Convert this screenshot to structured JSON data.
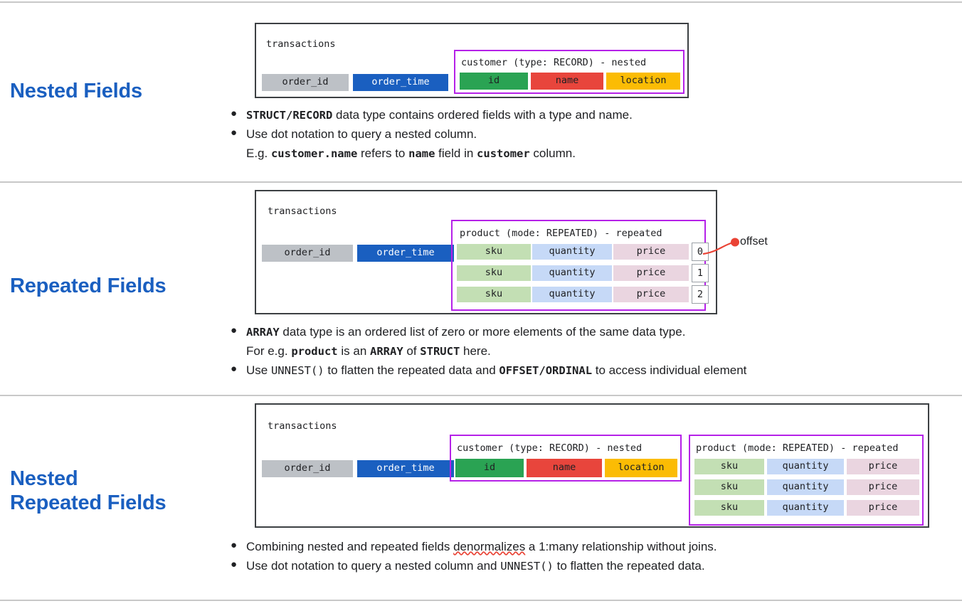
{
  "page": {
    "title": "BigQuery Nested and Repeated Fields",
    "accent_color": "#1a5fc0",
    "group_border_color": "#b521e8",
    "callout_color": "#ea4335"
  },
  "sections": [
    {
      "title": "Nested Fields",
      "diagram": {
        "table_name": "transactions",
        "plain_columns": [
          {
            "label": "order_id",
            "color": "#bdc1c6"
          },
          {
            "label": "order_time",
            "color": "#1a5fc0"
          }
        ],
        "groups": [
          {
            "label": "customer (type: RECORD) - nested",
            "rows": [
              [
                {
                  "label": "id",
                  "color": "#2aa353"
                },
                {
                  "label": "name",
                  "color": "#e8453c"
                },
                {
                  "label": "location",
                  "color": "#fbbc04"
                }
              ]
            ]
          }
        ]
      },
      "bullets": [
        {
          "dot": "●",
          "parts": [
            {
              "t": "STRUCT/RECORD",
              "mono": true
            },
            {
              "t": " data type contains ordered fields with a type and name."
            }
          ]
        },
        {
          "dot": "●",
          "parts": [
            {
              "t": "Use dot notation to query a nested column."
            }
          ]
        },
        {
          "dot": "",
          "sub": true,
          "parts": [
            {
              "t": "E.g. "
            },
            {
              "t": "customer.name",
              "mono": true
            },
            {
              "t": " refers to "
            },
            {
              "t": "name",
              "mono": true
            },
            {
              "t": " field in "
            },
            {
              "t": "customer",
              "mono": true
            },
            {
              "t": " column."
            }
          ]
        }
      ]
    },
    {
      "title": "Repeated Fields",
      "diagram": {
        "table_name": "transactions",
        "plain_columns": [
          {
            "label": "order_id",
            "color": "#bdc1c6"
          },
          {
            "label": "order_time",
            "color": "#1a5fc0"
          }
        ],
        "groups": [
          {
            "label": "product (mode: REPEATED) - repeated",
            "rows": [
              [
                {
                  "label": "sku",
                  "color": "#c3dfb4"
                },
                {
                  "label": "quantity",
                  "color": "#c6d9f7"
                },
                {
                  "label": "price",
                  "color": "#ead5e0"
                }
              ],
              [
                {
                  "label": "sku",
                  "color": "#c3dfb4"
                },
                {
                  "label": "quantity",
                  "color": "#c6d9f7"
                },
                {
                  "label": "price",
                  "color": "#ead5e0"
                }
              ],
              [
                {
                  "label": "sku",
                  "color": "#c3dfb4"
                },
                {
                  "label": "quantity",
                  "color": "#c6d9f7"
                },
                {
                  "label": "price",
                  "color": "#ead5e0"
                }
              ]
            ],
            "offsets": [
              "0",
              "1",
              "2"
            ]
          }
        ],
        "callout": {
          "label": "offset",
          "target_offset": "0"
        }
      },
      "bullets": [
        {
          "dot": "●",
          "parts": [
            {
              "t": "ARRAY",
              "mono": true
            },
            {
              "t": " data type is an ordered list of zero or more elements of the same data type."
            }
          ]
        },
        {
          "dot": "",
          "sub": true,
          "parts": [
            {
              "t": "For e.g. "
            },
            {
              "t": "product",
              "mono": true
            },
            {
              "t": " is an "
            },
            {
              "t": "ARRAY",
              "mono": true
            },
            {
              "t": " of "
            },
            {
              "t": "STRUCT",
              "mono": true
            },
            {
              "t": " here."
            }
          ]
        },
        {
          "dot": "●",
          "parts": [
            {
              "t": "Use "
            },
            {
              "t": "UNNEST()",
              "mono": true,
              "normal_weight": true
            },
            {
              "t": " to flatten the repeated data and "
            },
            {
              "t": "OFFSET/ORDINAL",
              "mono": true
            },
            {
              "t": " to access individual element"
            }
          ]
        }
      ]
    },
    {
      "title": "Nested\nRepeated Fields",
      "title_lines": [
        "Nested",
        "Repeated Fields"
      ],
      "diagram": {
        "table_name": "transactions",
        "plain_columns": [
          {
            "label": "order_id",
            "color": "#bdc1c6"
          },
          {
            "label": "order_time",
            "color": "#1a5fc0"
          }
        ],
        "groups": [
          {
            "label": "customer (type: RECORD) - nested",
            "rows": [
              [
                {
                  "label": "id",
                  "color": "#2aa353"
                },
                {
                  "label": "name",
                  "color": "#e8453c"
                },
                {
                  "label": "location",
                  "color": "#fbbc04"
                }
              ]
            ]
          },
          {
            "label": "product (mode: REPEATED) - repeated",
            "rows": [
              [
                {
                  "label": "sku",
                  "color": "#c3dfb4"
                },
                {
                  "label": "quantity",
                  "color": "#c6d9f7"
                },
                {
                  "label": "price",
                  "color": "#ead5e0"
                }
              ],
              [
                {
                  "label": "sku",
                  "color": "#c3dfb4"
                },
                {
                  "label": "quantity",
                  "color": "#c6d9f7"
                },
                {
                  "label": "price",
                  "color": "#ead5e0"
                }
              ],
              [
                {
                  "label": "sku",
                  "color": "#c3dfb4"
                },
                {
                  "label": "quantity",
                  "color": "#c6d9f7"
                },
                {
                  "label": "price",
                  "color": "#ead5e0"
                }
              ]
            ]
          }
        ]
      },
      "bullets": [
        {
          "dot": "●",
          "parts": [
            {
              "t": "Combining nested and repeated fields "
            },
            {
              "t": "denormalizes",
              "spell": true
            },
            {
              "t": " a 1:many relationship without joins."
            }
          ]
        },
        {
          "dot": "●",
          "parts": [
            {
              "t": "Use dot notation to query a nested column and "
            },
            {
              "t": "UNNEST()",
              "mono": true,
              "normal_weight": true
            },
            {
              "t": " to flatten the repeated data."
            }
          ]
        }
      ]
    }
  ]
}
